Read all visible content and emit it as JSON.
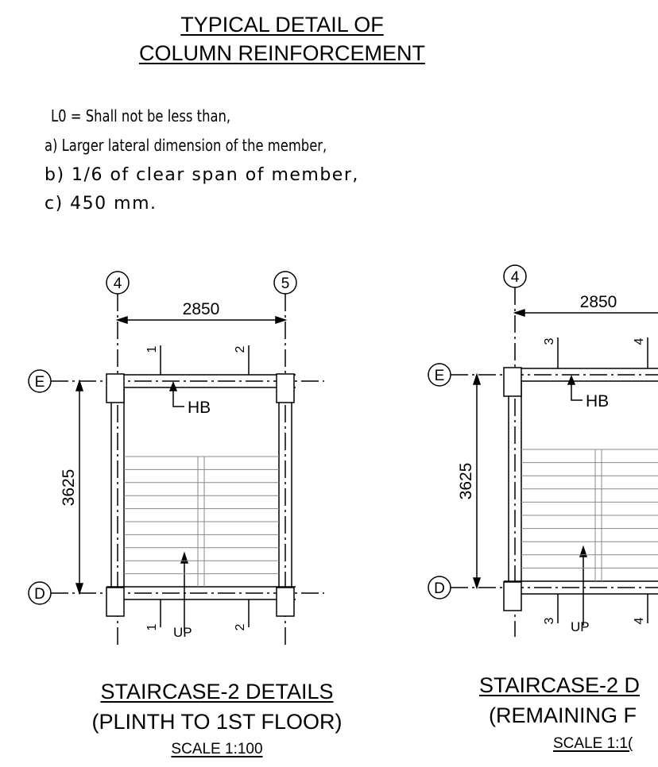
{
  "heading": {
    "line1": "TYPICAL DETAIL OF",
    "line2": "COLUMN REINFORCEMENT"
  },
  "notes": {
    "lo": "L0 = Shall not be less than,",
    "a": "a) Larger lateral dimension of the member,",
    "b": "b) 1/6 of clear span of member,",
    "c": "c) 450 mm."
  },
  "left_plan": {
    "grid_x1": "4",
    "grid_x2": "5",
    "grid_top": "E",
    "grid_bottom": "D",
    "dim_width": "2850",
    "dim_height": "3625",
    "beam_label": "HB",
    "up_label": "UP",
    "sec_top_1": "1",
    "sec_top_2": "2",
    "sec_bot_1": "1",
    "sec_bot_2": "2",
    "title": "STAIRCASE-2 DETAILS",
    "subtitle": "(PLINTH TO 1ST FLOOR)",
    "scale": "SCALE 1:100"
  },
  "right_plan": {
    "grid_x1": "4",
    "grid_top": "E",
    "grid_bottom": "D",
    "dim_width": "2850",
    "dim_height": "3625",
    "beam_label": "HB",
    "up_label": "UP",
    "sec_top_1": "3",
    "sec_top_2": "4",
    "sec_bot_1": "3",
    "sec_bot_2": "4",
    "title": "STAIRCASE-2 D",
    "subtitle": "(REMAINING F",
    "scale": "SCALE 1:1("
  }
}
